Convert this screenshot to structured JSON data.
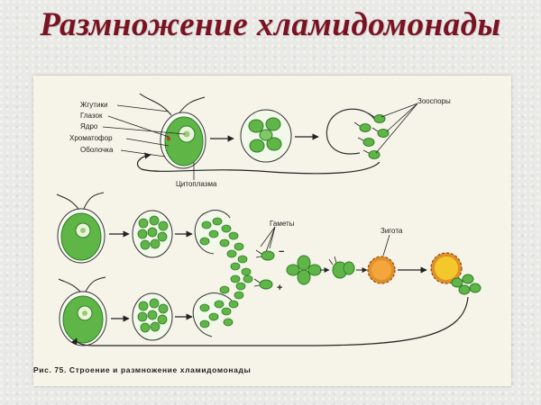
{
  "title": "Размножение хламидомонады",
  "labels": {
    "flagella": "Жгутики",
    "eyespot": "Глазок",
    "nucleus": "Ядро",
    "chromatophore": "Хроматофор",
    "membrane": "Оболочка",
    "cytoplasm": "Цитоплазма",
    "zoospores": "Зооспоры",
    "gametes": "Гаметы",
    "zygote": "Зигота",
    "minus": "−",
    "plus": "+"
  },
  "caption": "Рис. 75. Строение и размножение хламидомонады",
  "colors": {
    "title": "#7a1222",
    "cell_green": "#5fb646",
    "cell_dark": "#2f7d2a",
    "paper": "#f6f4e8",
    "zygote_orange": "#e0902a",
    "zygote_yellow": "#f3c82a"
  }
}
